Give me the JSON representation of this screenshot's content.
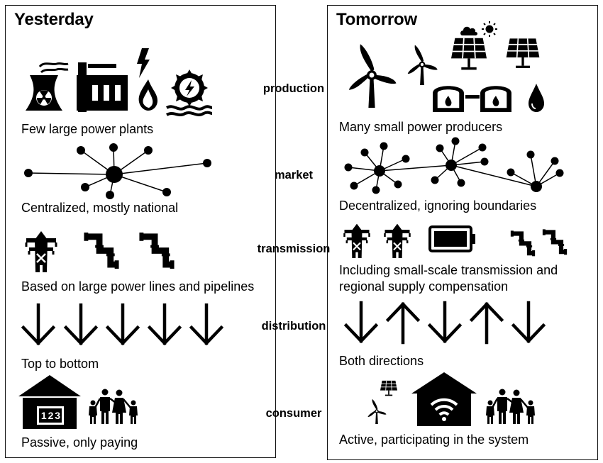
{
  "left": {
    "title": "Yesterday",
    "production": "Few large power plants",
    "market": "Centralized, mostly national",
    "transmission": "Based on large power lines and pipelines",
    "distribution": "Top to bottom",
    "consumer": "Passive, only paying"
  },
  "right": {
    "title": "Tomorrow",
    "production": "Many small power producers",
    "market": "Decentralized, ignoring boundaries",
    "transmission_line1": "Including small-scale transmission and",
    "transmission_line2": "regional supply compensation",
    "distribution": "Both directions",
    "consumer": "Active, participating in the system"
  },
  "categories": {
    "production": "production",
    "market": "market",
    "transmission": "transmission",
    "distribution": "distribution",
    "consumer": "consumer"
  },
  "meter_digits": "1 2 3",
  "icons": {
    "left_production": [
      "nuclear-plant-icon",
      "factory-icon",
      "lightning-icon",
      "flame-icon",
      "hydro-plant-icon"
    ],
    "right_production": [
      "wind-turbine-icon",
      "sun-cloud-icon",
      "solar-panel-icon",
      "biogas-plant-icon",
      "oil-drop-icon"
    ],
    "transmission": [
      "pylon-icon",
      "pipeline-icon",
      "battery-icon"
    ],
    "distribution": [
      "arrow-down-icon",
      "arrow-up-icon"
    ],
    "consumer": [
      "house-meter-icon",
      "family-icon",
      "smart-house-wifi-icon"
    ]
  },
  "colors": {
    "ink": "#000000",
    "flame": "#ffffff"
  }
}
